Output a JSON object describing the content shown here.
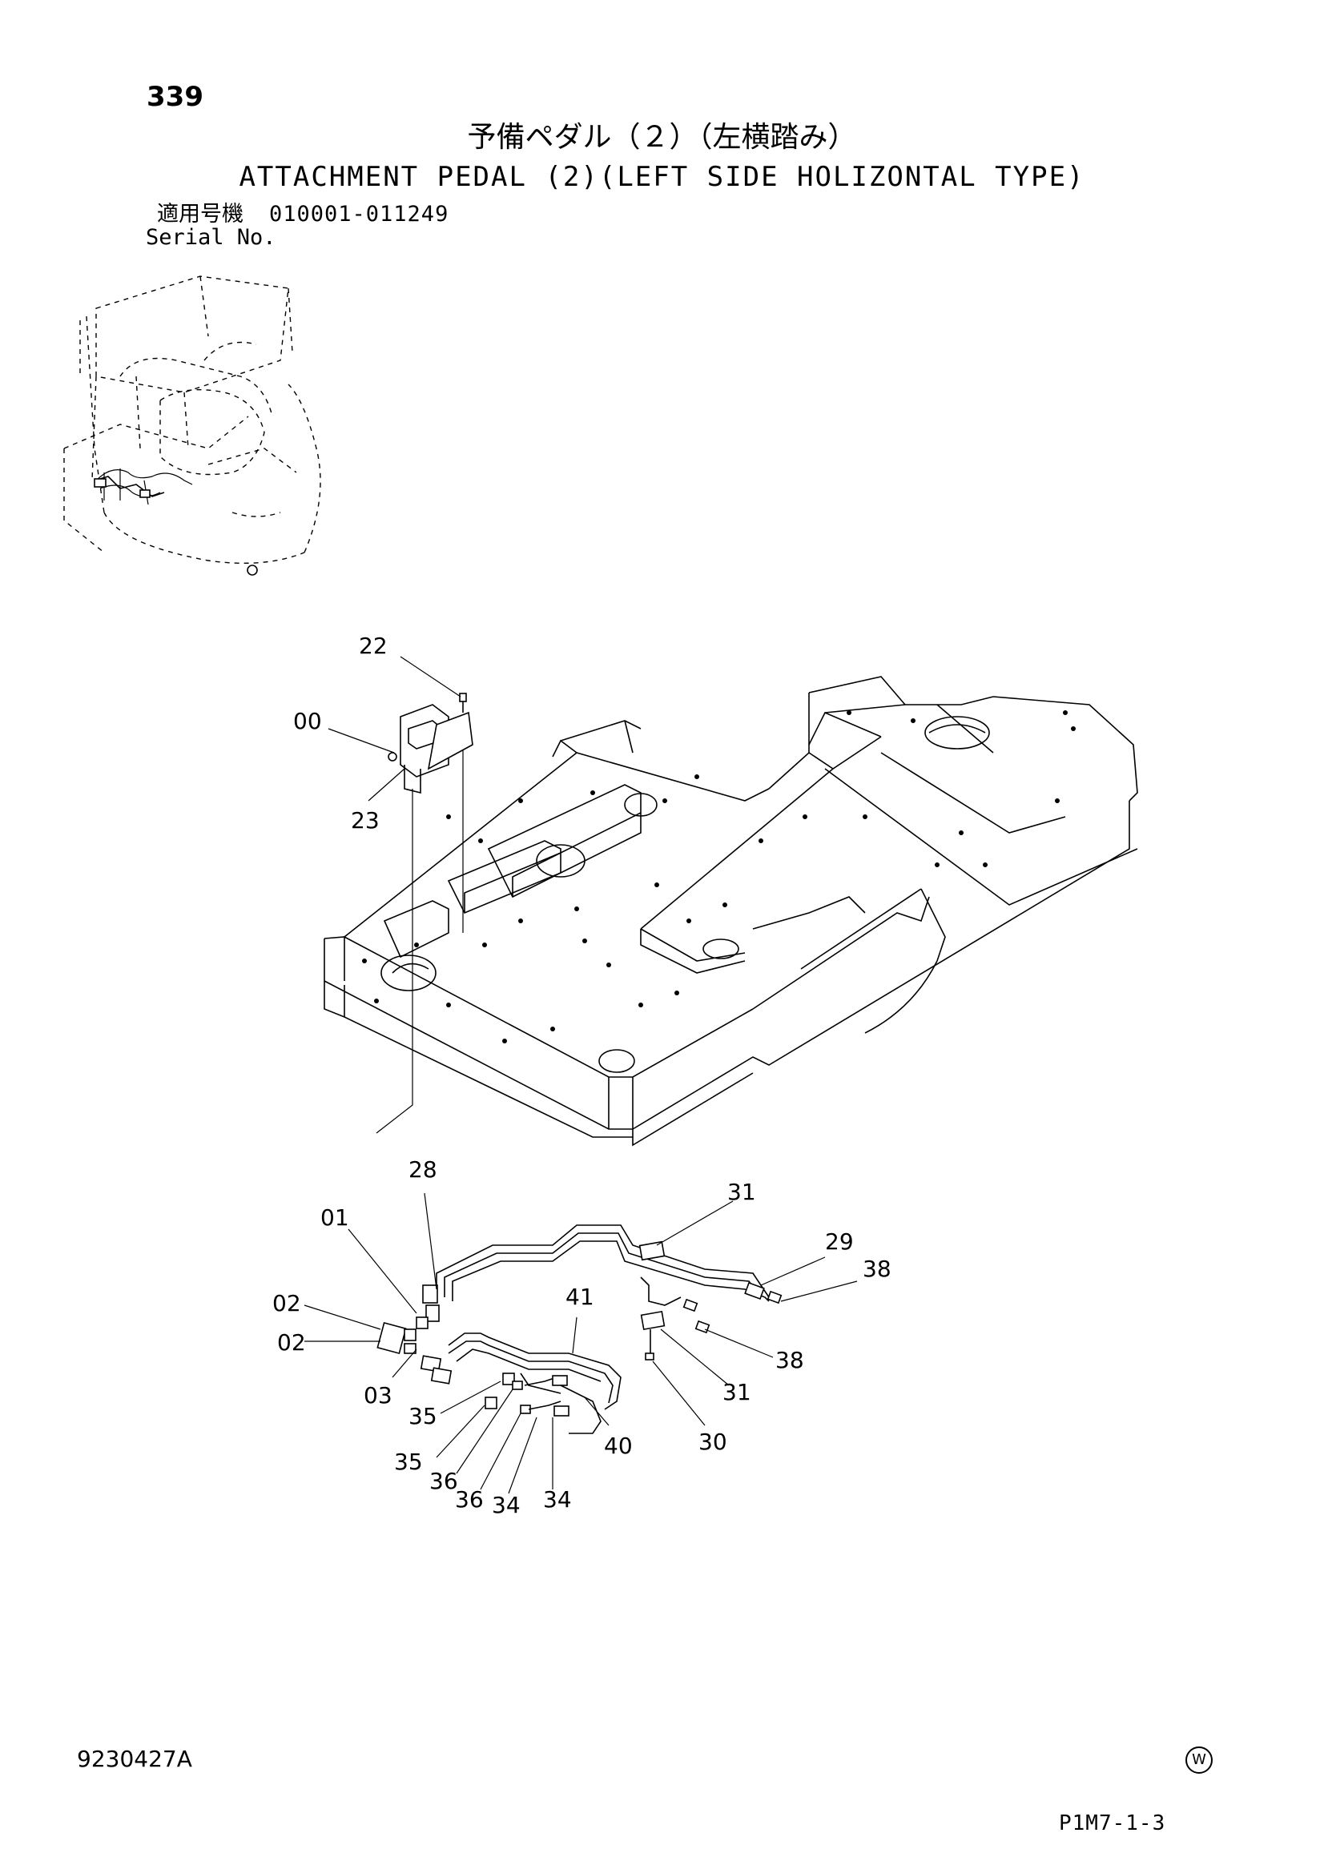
{
  "header": {
    "page_number": "339",
    "title_jp": "予備ペダル（２）（左横踏み）",
    "title_en": "ATTACHMENT PEDAL (2)(LEFT SIDE HOLIZONTAL TYPE)",
    "serial_label_jp": "適用号機",
    "serial_label_en": "Serial No.",
    "serial_range": "010001-011249"
  },
  "callouts": [
    "22",
    "00",
    "23",
    "28",
    "01",
    "31",
    "29",
    "38",
    "02",
    "02",
    "41",
    "38",
    "03",
    "35",
    "31",
    "40",
    "30",
    "35",
    "36",
    "36",
    "34",
    "34"
  ],
  "footer": {
    "doc_code": "9230427A",
    "maker_mark": "W",
    "page_code": "P1M7-1-3"
  }
}
